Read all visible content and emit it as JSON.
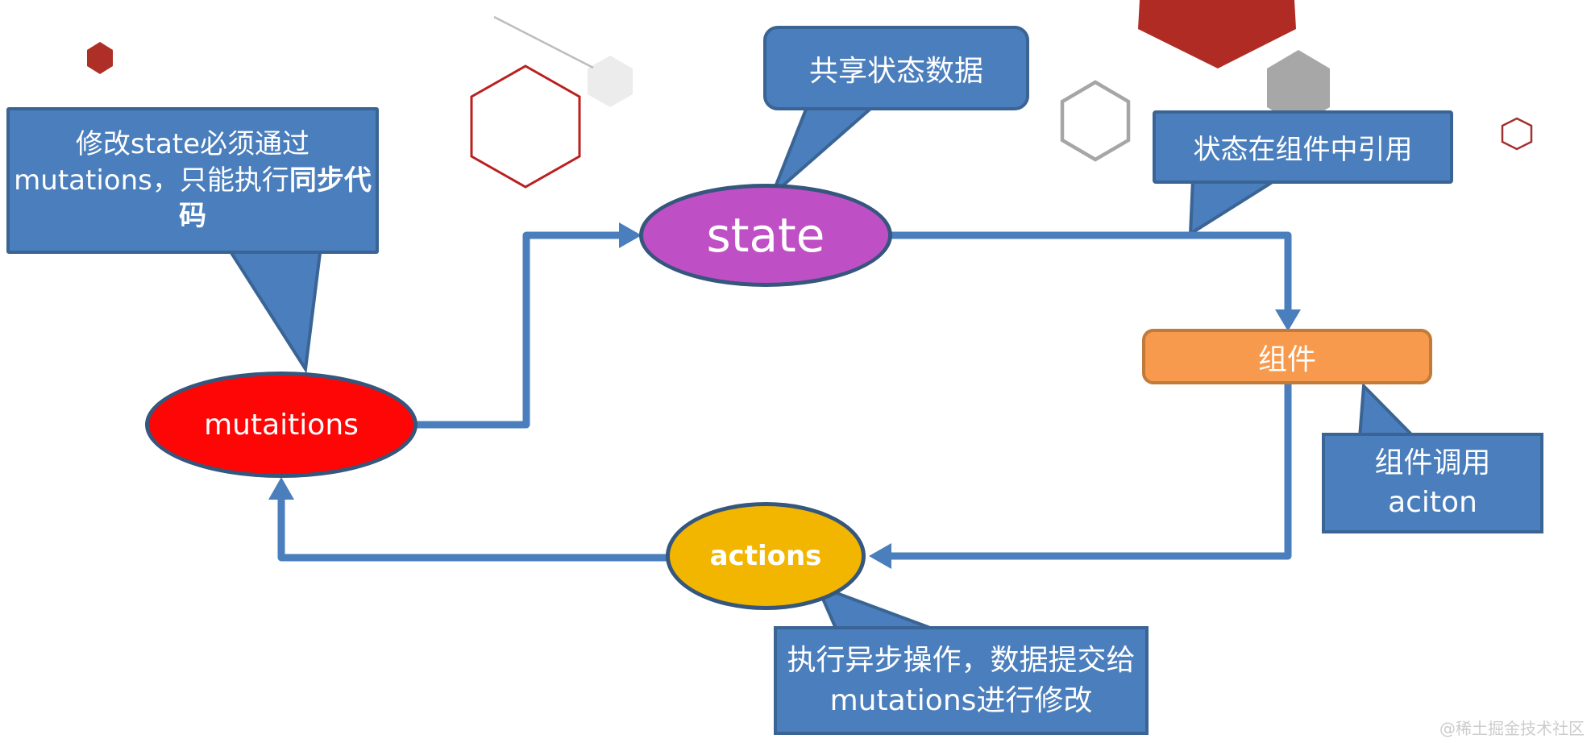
{
  "nodes": {
    "state": {
      "label": "state",
      "fill": "#bf4fc4"
    },
    "mutations": {
      "label": "mutaitions",
      "fill": "#fe0606"
    },
    "actions": {
      "label": "actions",
      "fill": "#f2b600"
    },
    "component": {
      "label": "组件",
      "fill": "#f79a4d",
      "border": "#c07b3a"
    }
  },
  "callouts": {
    "mutations_note": {
      "text": "修改state必须通过mutations，只能执行",
      "bold_text": "同步代码"
    },
    "state_note": {
      "text": "共享状态数据"
    },
    "component_ref_note": {
      "text": "状态在组件中引用"
    },
    "component_action_note": {
      "line1": "组件调用",
      "line2": "aciton"
    },
    "actions_note": {
      "text": "执行异步操作，数据提交给mutations进行修改"
    }
  },
  "watermark": "@稀土掘金技术社区",
  "colors": {
    "callout_fill": "#4a7ebc",
    "callout_border": "#3a6494",
    "arrow": "#4a7ebc",
    "node_border": "#35567d",
    "hexagon_dark_red": "#ad2f26",
    "hexagon_red_outline": "#bb1f1f",
    "hexagon_gray": "#a7a7a7",
    "hexagon_light_gray": "#ececec",
    "watermark_gray": "#cccccc"
  }
}
